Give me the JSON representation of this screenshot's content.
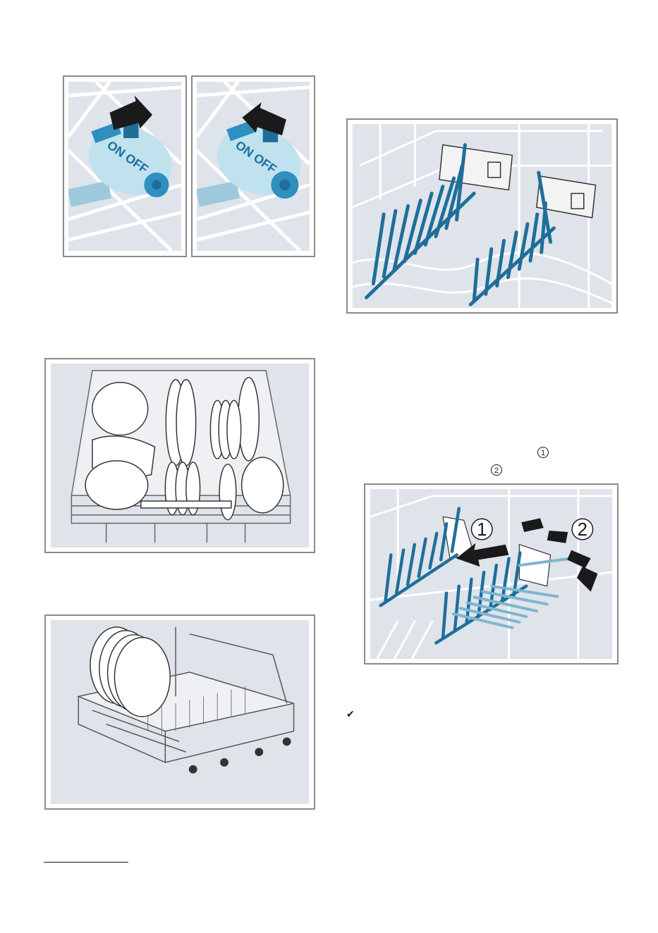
{
  "figures": {
    "valve_on_label": "ON OFF",
    "valve_off_label": "ON OFF",
    "callout_1": "1",
    "callout_2": "2"
  },
  "text_markers": {
    "step_1": "1",
    "step_2": "2"
  },
  "check_symbol": "✔",
  "colors": {
    "frame": "#8a8a8a",
    "panel_bg": "#dfe3ea",
    "wire": "#ffffff",
    "accent_blue": "#1f6e9a",
    "light_blue": "#7cb6cf",
    "pale_blue": "#bfe2ee"
  }
}
